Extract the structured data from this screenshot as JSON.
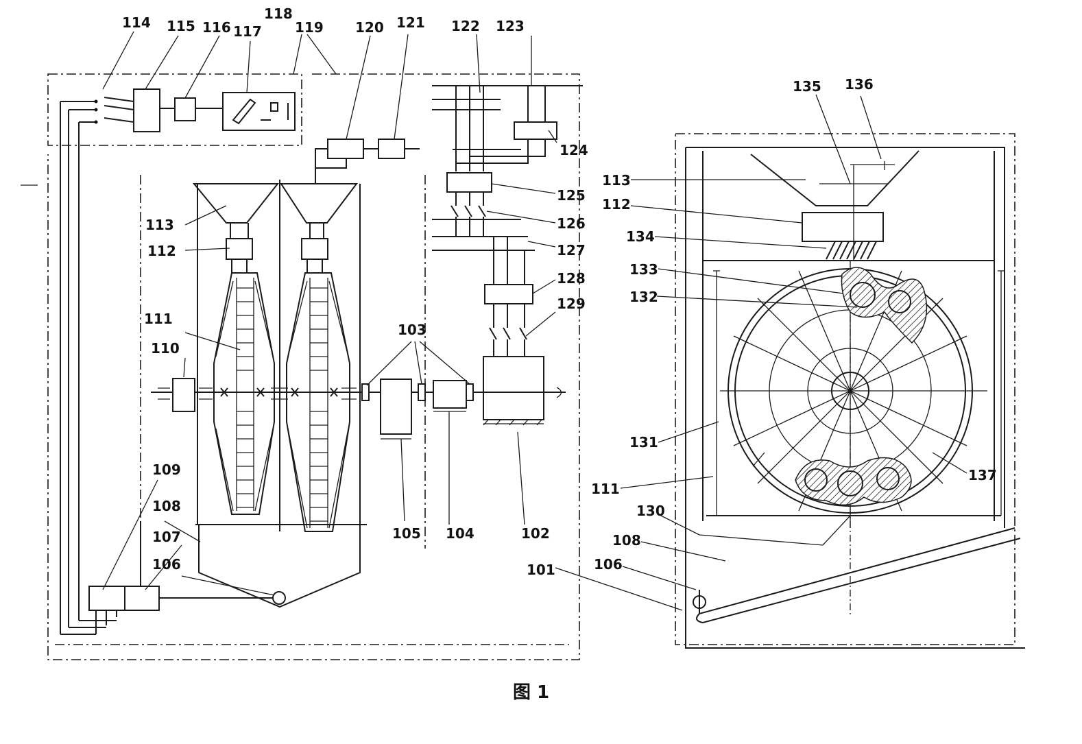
{
  "figure": {
    "caption": "图 1",
    "left_view": {
      "labels": [
        {
          "id": "114",
          "text": "114"
        },
        {
          "id": "115",
          "text": "115"
        },
        {
          "id": "116",
          "text": "116"
        },
        {
          "id": "117",
          "text": "117"
        },
        {
          "id": "118",
          "text": "118"
        },
        {
          "id": "119",
          "text": "119"
        },
        {
          "id": "120",
          "text": "120"
        },
        {
          "id": "121",
          "text": "121"
        },
        {
          "id": "122",
          "text": "122"
        },
        {
          "id": "123",
          "text": "123"
        },
        {
          "id": "124",
          "text": "124"
        },
        {
          "id": "125",
          "text": "125"
        },
        {
          "id": "126",
          "text": "126"
        },
        {
          "id": "127",
          "text": "127"
        },
        {
          "id": "128",
          "text": "128"
        },
        {
          "id": "129",
          "text": "129"
        },
        {
          "id": "113",
          "text": "113"
        },
        {
          "id": "112",
          "text": "112"
        },
        {
          "id": "111",
          "text": "111"
        },
        {
          "id": "110",
          "text": "110"
        },
        {
          "id": "103",
          "text": "103"
        },
        {
          "id": "109",
          "text": "109"
        },
        {
          "id": "108",
          "text": "108"
        },
        {
          "id": "107",
          "text": "107"
        },
        {
          "id": "106",
          "text": "106"
        },
        {
          "id": "105",
          "text": "105"
        },
        {
          "id": "104",
          "text": "104"
        },
        {
          "id": "102",
          "text": "102"
        }
      ]
    },
    "right_view": {
      "labels": [
        {
          "id": "135",
          "text": "135"
        },
        {
          "id": "136",
          "text": "136"
        },
        {
          "id": "113",
          "text": "113"
        },
        {
          "id": "112",
          "text": "112"
        },
        {
          "id": "134",
          "text": "134"
        },
        {
          "id": "133",
          "text": "133"
        },
        {
          "id": "132",
          "text": "132"
        },
        {
          "id": "131",
          "text": "131"
        },
        {
          "id": "111",
          "text": "111"
        },
        {
          "id": "137",
          "text": "137"
        },
        {
          "id": "130",
          "text": "130"
        },
        {
          "id": "108",
          "text": "108"
        },
        {
          "id": "106",
          "text": "106"
        },
        {
          "id": "101",
          "text": "101"
        }
      ]
    }
  }
}
